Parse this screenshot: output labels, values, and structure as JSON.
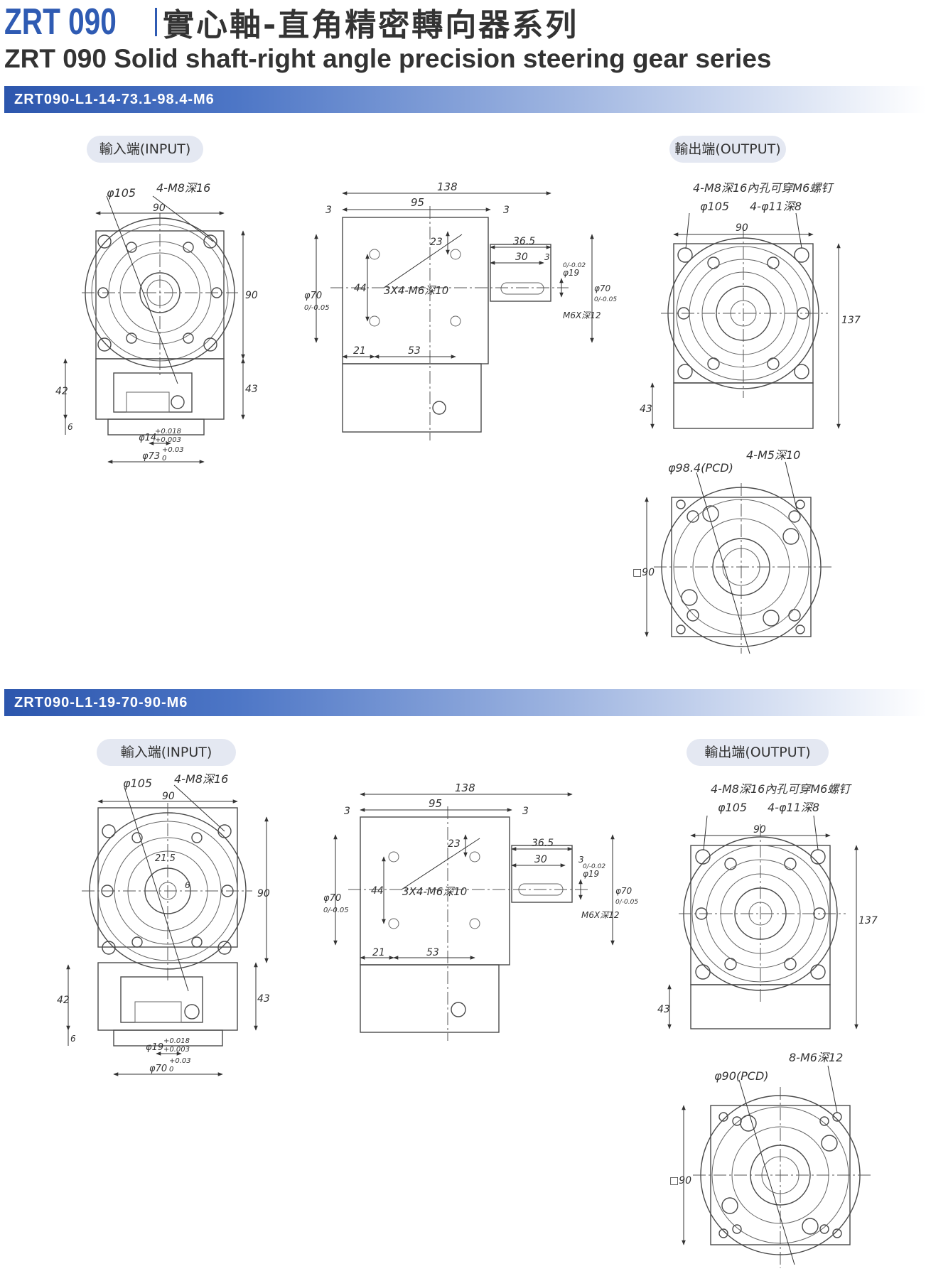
{
  "header": {
    "model": "ZRT 090",
    "title_cn": "實心軸-直角精密轉向器系列",
    "title_en": "ZRT 090 Solid shaft-right angle precision steering gear series"
  },
  "sections": [
    {
      "code": "ZRT090-L1-14-73.1-98.4-M6",
      "input_label": "輸入端(INPUT)",
      "output_label": "輸出端(OUTPUT)",
      "input_dims": {
        "d105": "φ105",
        "holes": "4-M8深16",
        "w90": "90",
        "h90": "90",
        "h42": "42",
        "h43": "43",
        "h6": "6",
        "shaft": "φ14",
        "shaft_tol_up": "+0.018",
        "shaft_tol_lo": "+0.003",
        "pilot": "φ73",
        "pilot_tol_up": "+0.03",
        "pilot_tol_lo": "0",
        "key": ""
      },
      "side_dims": {
        "l138": "138",
        "l95": "95",
        "l3a": "3",
        "l3b": "3",
        "l23": "23",
        "l44": "44",
        "holes": "3X4-M6深10",
        "l21": "21",
        "l53": "53",
        "l36": "36.5",
        "l30": "30",
        "l3c": "3",
        "d70": "φ70",
        "d70_tol": "0/-0.05",
        "d19": "φ19",
        "d19_tol": "0/-0.02",
        "key": "M6X深12",
        "d70r": "φ70",
        "d70r_tol": "0/-0.05"
      },
      "output_dims": {
        "holes": "4-M8深16內孔可穿M6螺钉",
        "d105": "φ105",
        "holes2": "4-φ11深8",
        "w90": "90",
        "h137": "137",
        "h43": "43"
      },
      "bottom_dims": {
        "pcd": "φ98.4(PCD)",
        "holes": "4-M5深10",
        "sq": "□90"
      }
    },
    {
      "code": "ZRT090-L1-19-70-90-M6",
      "input_label": "輸入端(INPUT)",
      "output_label": "輸出端(OUTPUT)",
      "input_dims": {
        "d105": "φ105",
        "holes": "4-M8深16",
        "w90": "90",
        "h90": "90",
        "h42": "42",
        "h43": "43",
        "h6": "6",
        "shaft": "φ19",
        "shaft_tol_up": "+0.018",
        "shaft_tol_lo": "+0.003",
        "pilot": "φ70",
        "pilot_tol_up": "+0.03",
        "pilot_tol_lo": "0",
        "key": "6",
        "key2": "21.5"
      },
      "side_dims": {
        "l138": "138",
        "l95": "95",
        "l3a": "3",
        "l3b": "3",
        "l23": "23",
        "l44": "44",
        "holes": "3X4-M6深10",
        "l21": "21",
        "l53": "53",
        "l36": "36.5",
        "l30": "30",
        "l3c": "3",
        "d70": "φ70",
        "d70_tol": "0/-0.05",
        "d19": "φ19",
        "d19_tol": "0/-0.02",
        "key": "M6X深12",
        "d70r": "φ70",
        "d70r_tol": "0/-0.05"
      },
      "output_dims": {
        "holes": "4-M8深16內孔可穿M6螺钉",
        "d105": "φ105",
        "holes2": "4-φ11深8",
        "w90": "90",
        "h137": "137",
        "h43": "43"
      },
      "bottom_dims": {
        "pcd": "φ90(PCD)",
        "holes": "8-M6深12",
        "sq": "□90"
      }
    }
  ]
}
